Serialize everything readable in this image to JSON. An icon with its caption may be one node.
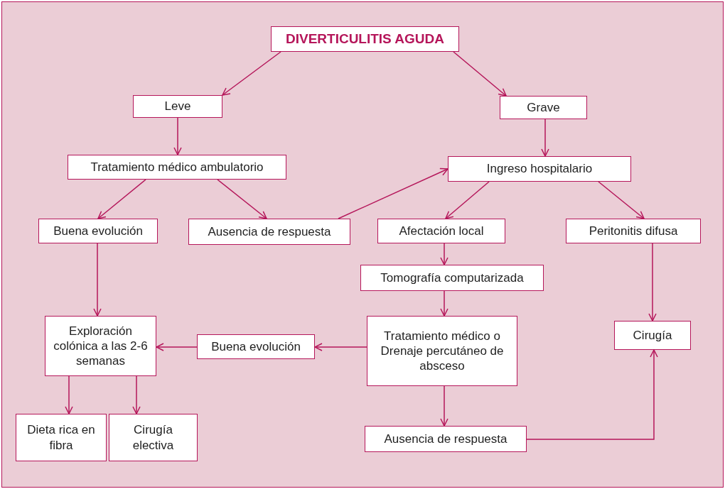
{
  "diagram": {
    "nodes": [
      {
        "text": [
          "DIVERTICULITIS AGUDA"
        ]
      },
      {
        "text": [
          "Leve"
        ]
      },
      {
        "text": [
          "Grave"
        ]
      },
      {
        "text": [
          "Tratamiento médico ambulatorio"
        ]
      },
      {
        "text": [
          "Ingreso hospitalario"
        ]
      },
      {
        "text": [
          "Buena evolución"
        ]
      },
      {
        "text": [
          "Ausencia de respuesta"
        ]
      },
      {
        "text": [
          "Afectación local"
        ]
      },
      {
        "text": [
          "Peritonitis difusa"
        ]
      },
      {
        "text": [
          "Tomografía computarizada"
        ]
      },
      {
        "text": [
          "Exploración colónica a las 2-6 semanas"
        ]
      },
      {
        "text": [
          "Buena evolución"
        ]
      },
      {
        "text": [
          "Tratamiento médico o Drenaje percutáneo de absceso"
        ]
      },
      {
        "text": [
          "Cirugía"
        ]
      },
      {
        "text": [
          "Dieta rica en fibra"
        ]
      },
      {
        "text": [
          "Cirugía electiva"
        ]
      },
      {
        "text": [
          "Ausencia de respuesta"
        ]
      }
    ],
    "edges": [
      {
        "from": 0,
        "to": 1,
        "arrow": "to"
      },
      {
        "from": 0,
        "to": 2,
        "arrow": "to"
      },
      {
        "from": 1,
        "to": 3,
        "arrow": "to"
      },
      {
        "from": 2,
        "to": 4,
        "arrow": "to"
      },
      {
        "from": 3,
        "to": 5,
        "arrow": "to"
      },
      {
        "from": 3,
        "to": 6,
        "arrow": "to"
      },
      {
        "from": 6,
        "to": 4,
        "arrow": "to"
      },
      {
        "from": 4,
        "to": 7,
        "arrow": "to"
      },
      {
        "from": 4,
        "to": 8,
        "arrow": "to"
      },
      {
        "from": 5,
        "to": 10,
        "arrow": "to"
      },
      {
        "from": 7,
        "to": 9,
        "arrow": "to"
      },
      {
        "from": 9,
        "to": 12,
        "arrow": "to"
      },
      {
        "from": 12,
        "to": 11,
        "arrow": "to"
      },
      {
        "from": 11,
        "to": 10,
        "arrow": "to"
      },
      {
        "from": 12,
        "to": 16,
        "arrow": "to"
      },
      {
        "from": 10,
        "to": 14,
        "arrow": "to"
      },
      {
        "from": 10,
        "to": 15,
        "arrow": "to"
      },
      {
        "from": 8,
        "to": 13,
        "arrow": "to"
      },
      {
        "from": 16,
        "to": 13,
        "arrow": "to"
      }
    ]
  }
}
